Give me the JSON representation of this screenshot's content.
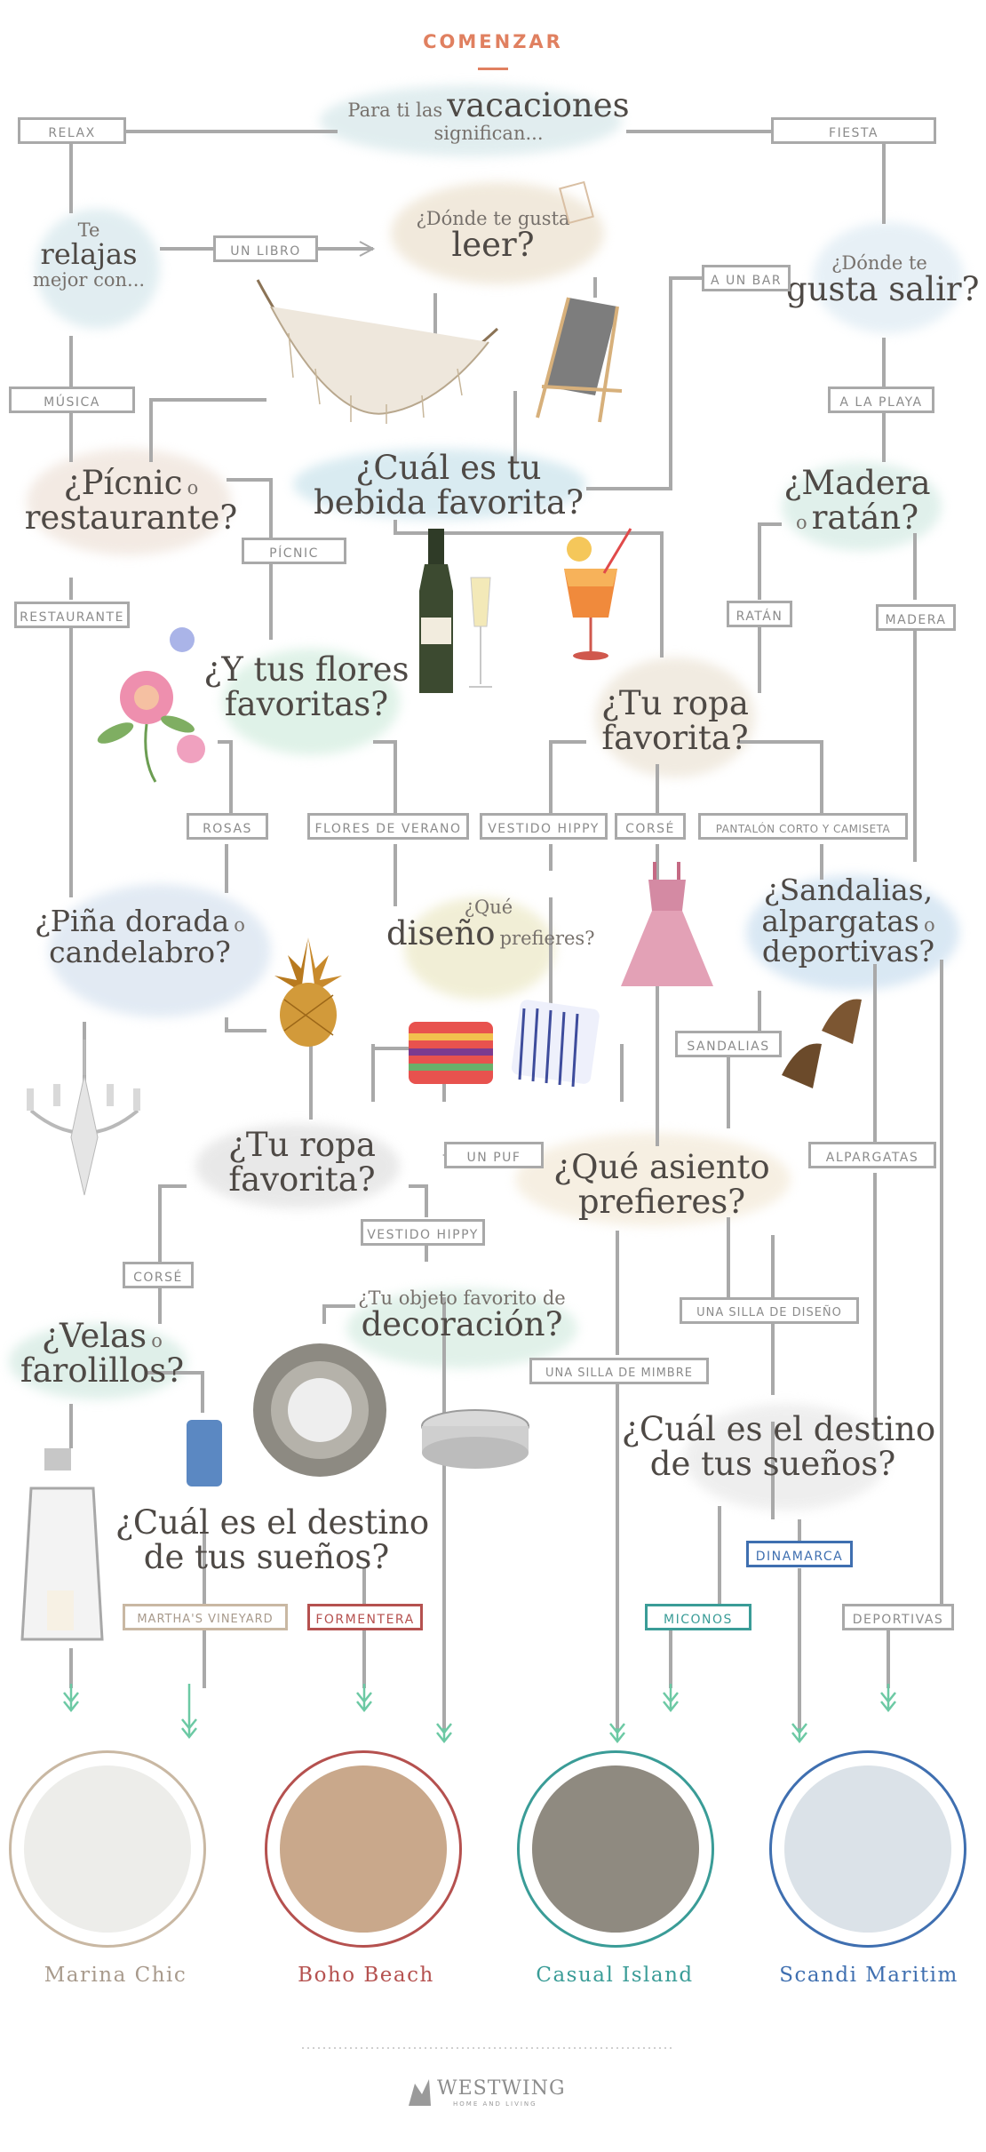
{
  "header": {
    "title": "COMENZAR",
    "accent": "#e08060"
  },
  "questions": {
    "start": {
      "small": "Para ti las",
      "big": "vacaciones",
      "small2": "significan..."
    },
    "relax": {
      "small": "Te",
      "big": "relajas",
      "small2": "mejor con..."
    },
    "leer": {
      "small": "¿Dónde te gusta",
      "big": "leer?"
    },
    "salir": {
      "small": "¿Dónde te",
      "big": "gusta salir?"
    },
    "bebida": {
      "big": "¿Cuál es tu",
      "big2": "bebida favorita?"
    },
    "picnic": {
      "big": "¿Pícnic",
      "small": "o",
      "big2": "restaurante?"
    },
    "madera": {
      "big": "¿Madera",
      "small": "o",
      "big2": "ratán?"
    },
    "flores": {
      "big": "¿Y tus flores",
      "big2": "favoritas?"
    },
    "ropa1": {
      "big": "¿Tu ropa",
      "big2": "favorita?"
    },
    "pina": {
      "big": "¿Piña dorada",
      "small": "o",
      "big2": "candelabro?"
    },
    "diseno": {
      "small": "¿Qué",
      "big": "diseño",
      "small2": "prefieres?"
    },
    "sandalias": {
      "big": "¿Sandalias,",
      "big2": "alpargatas",
      "small": "o",
      "big3": "deportivas?"
    },
    "ropa2": {
      "big": "¿Tu ropa",
      "big2": "favorita?"
    },
    "asiento": {
      "big": "¿Qué asiento",
      "big2": "prefieres?"
    },
    "objeto": {
      "small": "¿Tu objeto favorito de",
      "big": "decoración?"
    },
    "velas": {
      "big": "¿Velas",
      "small": "o",
      "big2": "farolillos?"
    },
    "destino1": {
      "big": "¿Cuál es el destino",
      "big2": "de tus sueños?"
    },
    "destino2": {
      "big": "¿Cuál es el destino",
      "big2": "de tus sueños?"
    }
  },
  "labels": {
    "relax": "RELAX",
    "fiesta": "FIESTA",
    "un_libro": "UN LIBRO",
    "a_un_bar": "A UN BAR",
    "musica": "MÚSICA",
    "a_la_playa": "A LA PLAYA",
    "picnic": "PÍCNIC",
    "restaurante": "RESTAURANTE",
    "ratan": "RATÁN",
    "madera": "MADERA",
    "rosas": "ROSAS",
    "flores_verano": "FLORES DE VERANO",
    "vestido_hippy": "VESTIDO HIPPY",
    "corse": "CORSÉ",
    "pantalon": "PANTALÓN CORTO Y CAMISETA",
    "sandalias": "SANDALIAS",
    "un_puf": "UN PUF",
    "alpargatas": "ALPARGATAS",
    "vestido_hippy2": "VESTIDO HIPPY",
    "corse2": "CORSÉ",
    "silla_diseno": "UNA SILLA DE DISEÑO",
    "silla_mimbre": "UNA SILLA DE MIMBRE",
    "dinamarca": "DINAMARCA",
    "marthas": "MARTHA'S VINEYARD",
    "formentera": "FORMENTERA",
    "miconos": "MICONOS",
    "deportivas": "DEPORTIVAS"
  },
  "results": [
    {
      "name": "Marina Chic",
      "color": "#a89a8c"
    },
    {
      "name": "Boho Beach",
      "color": "#b5514f"
    },
    {
      "name": "Casual Island",
      "color": "#3a9c97"
    },
    {
      "name": "Scandi Maritim",
      "color": "#3f6fb0"
    }
  ],
  "colors": {
    "line": "#a9a9a9",
    "arrow": "#6cc9a4",
    "dinamarca": "#3f6fb0",
    "miconos": "#3a9c97",
    "formentera": "#b5514f",
    "marthas": "#c9b8a3"
  },
  "footer": {
    "brand": "WESTWING",
    "tagline": "HOME AND LIVING"
  }
}
